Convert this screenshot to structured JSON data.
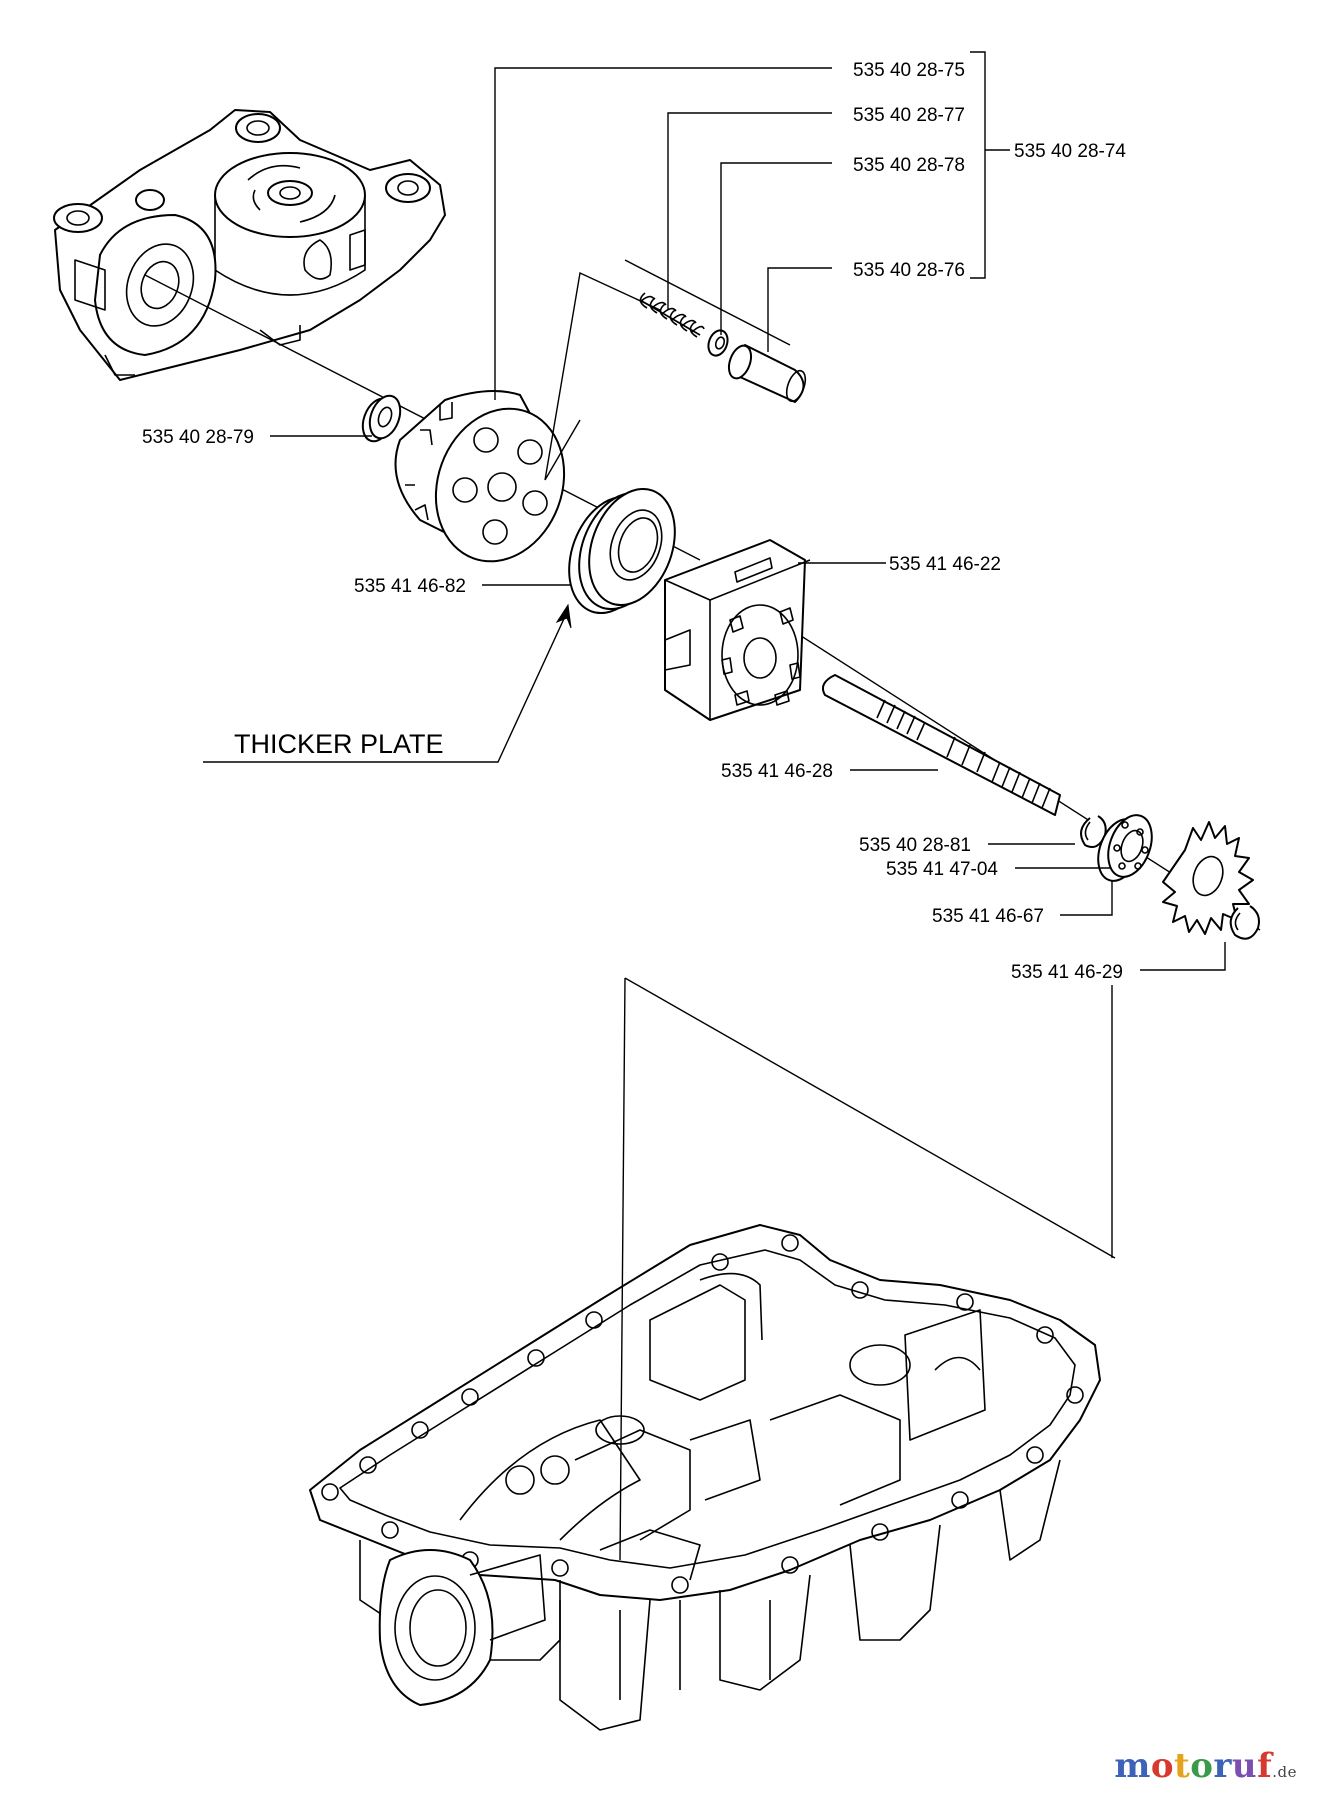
{
  "labels": {
    "p75": "535 40 28-75",
    "p77": "535 40 28-77",
    "p78": "535 40 28-78",
    "p74": "535 40 28-74",
    "p76": "535 40 28-76",
    "p79": "535 40 28-79",
    "p82": "535 41 46-82",
    "p22": "535 41 46-22",
    "p28": "535 41 46-28",
    "p81": "535 40 28-81",
    "p04": "535 41 47-04",
    "p67": "535 41 46-67",
    "p29": "535 41 46-29"
  },
  "callout": "THICKER PLATE",
  "watermark": {
    "letters": [
      "m",
      "o",
      "t",
      "o",
      "r",
      "u",
      "f"
    ],
    "tld": ".de"
  }
}
